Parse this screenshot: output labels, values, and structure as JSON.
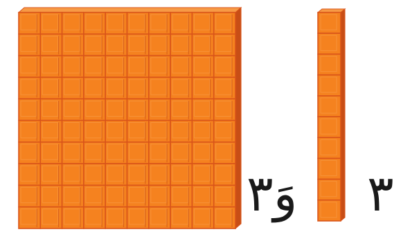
{
  "blocks": {
    "hundred_flat": {
      "rows": 10,
      "cols": 10,
      "color": "#f5821f",
      "edge_color": "#d9541a",
      "shadow_color": "#c84e16",
      "top_color": "#f79a45"
    },
    "ten_rod": {
      "units": 10,
      "color": "#f5821f",
      "edge_color": "#d9541a",
      "shadow_color": "#c84e16"
    }
  },
  "labels": {
    "left_expression": "وَ٣",
    "right_number": "٣"
  }
}
